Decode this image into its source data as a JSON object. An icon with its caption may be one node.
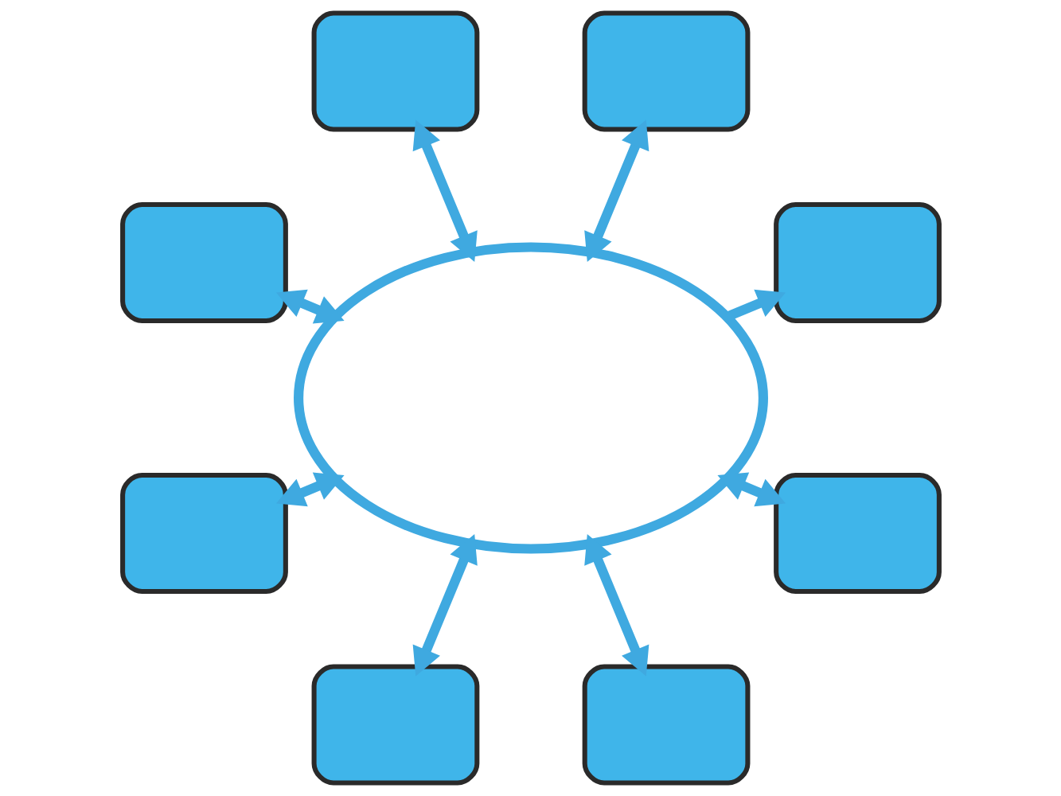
{
  "diagram": {
    "nodes": [
      {
        "text": [],
        "shape": "cloud"
      },
      {
        "text": [],
        "shape": "box"
      },
      {
        "text": [],
        "shape": "box"
      },
      {
        "text": [],
        "shape": "box"
      },
      {
        "text": [],
        "shape": "box"
      },
      {
        "text": [],
        "shape": "box"
      },
      {
        "text": [],
        "shape": "box"
      },
      {
        "text": [],
        "shape": "box"
      },
      {
        "text": [],
        "shape": "box"
      }
    ],
    "edges": [
      {
        "from": 0,
        "to": 1,
        "arrow": "to"
      },
      {
        "from": 0,
        "to": 2,
        "arrow": "both"
      },
      {
        "from": 0,
        "to": 3,
        "arrow": "both"
      },
      {
        "from": 0,
        "to": 4,
        "arrow": "both"
      },
      {
        "from": 0,
        "to": 5,
        "arrow": "both"
      },
      {
        "from": 0,
        "to": 6,
        "arrow": "both"
      },
      {
        "from": 0,
        "to": 7,
        "arrow": "both"
      },
      {
        "from": 0,
        "to": 8,
        "arrow": "both"
      }
    ]
  }
}
